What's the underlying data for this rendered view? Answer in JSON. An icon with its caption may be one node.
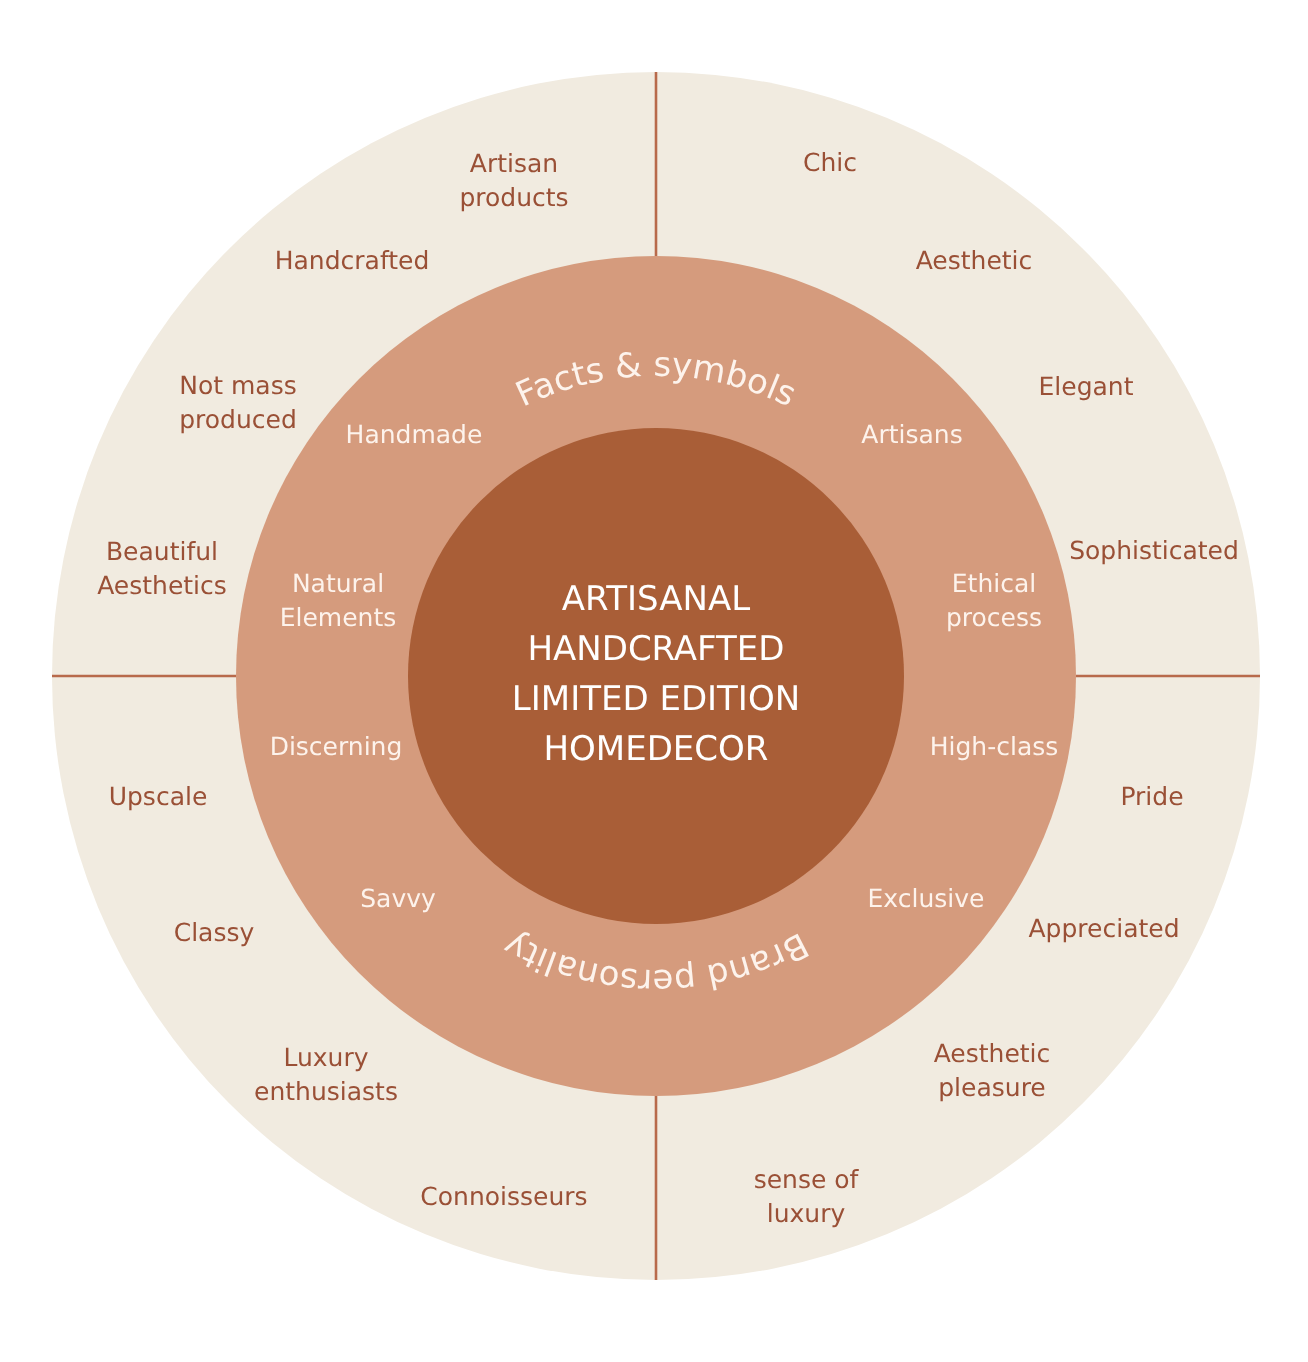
{
  "diagram": {
    "nodes": [
      {
        "text": [],
        "shape": "circle"
      },
      {
        "text": [
          "Facts & symbols",
          "Brand personality"
        ],
        "in": 0
      },
      {
        "text": [
          "ARTISANAL HANDCRAFTED LIMITED EDITION HOMEDECOR"
        ],
        "in": 1
      }
    ],
    "labels": [
      "Chic",
      "Artisan products",
      "Handcrafted",
      "Aesthetic",
      "Elegant",
      "Not mass produced",
      "Handmade",
      "Artisans",
      "Sophisticated",
      "Beautiful Aesthetics",
      "Natural Elements",
      "Ethical process",
      "Discerning",
      "High-class",
      "Upscale",
      "Pride",
      "Savvy",
      "Exclusive",
      "Classy",
      "Appreciated",
      "Luxury enthusiasts",
      "Aesthetic pleasure",
      "sense of luxury",
      "Connoisseurs"
    ]
  }
}
